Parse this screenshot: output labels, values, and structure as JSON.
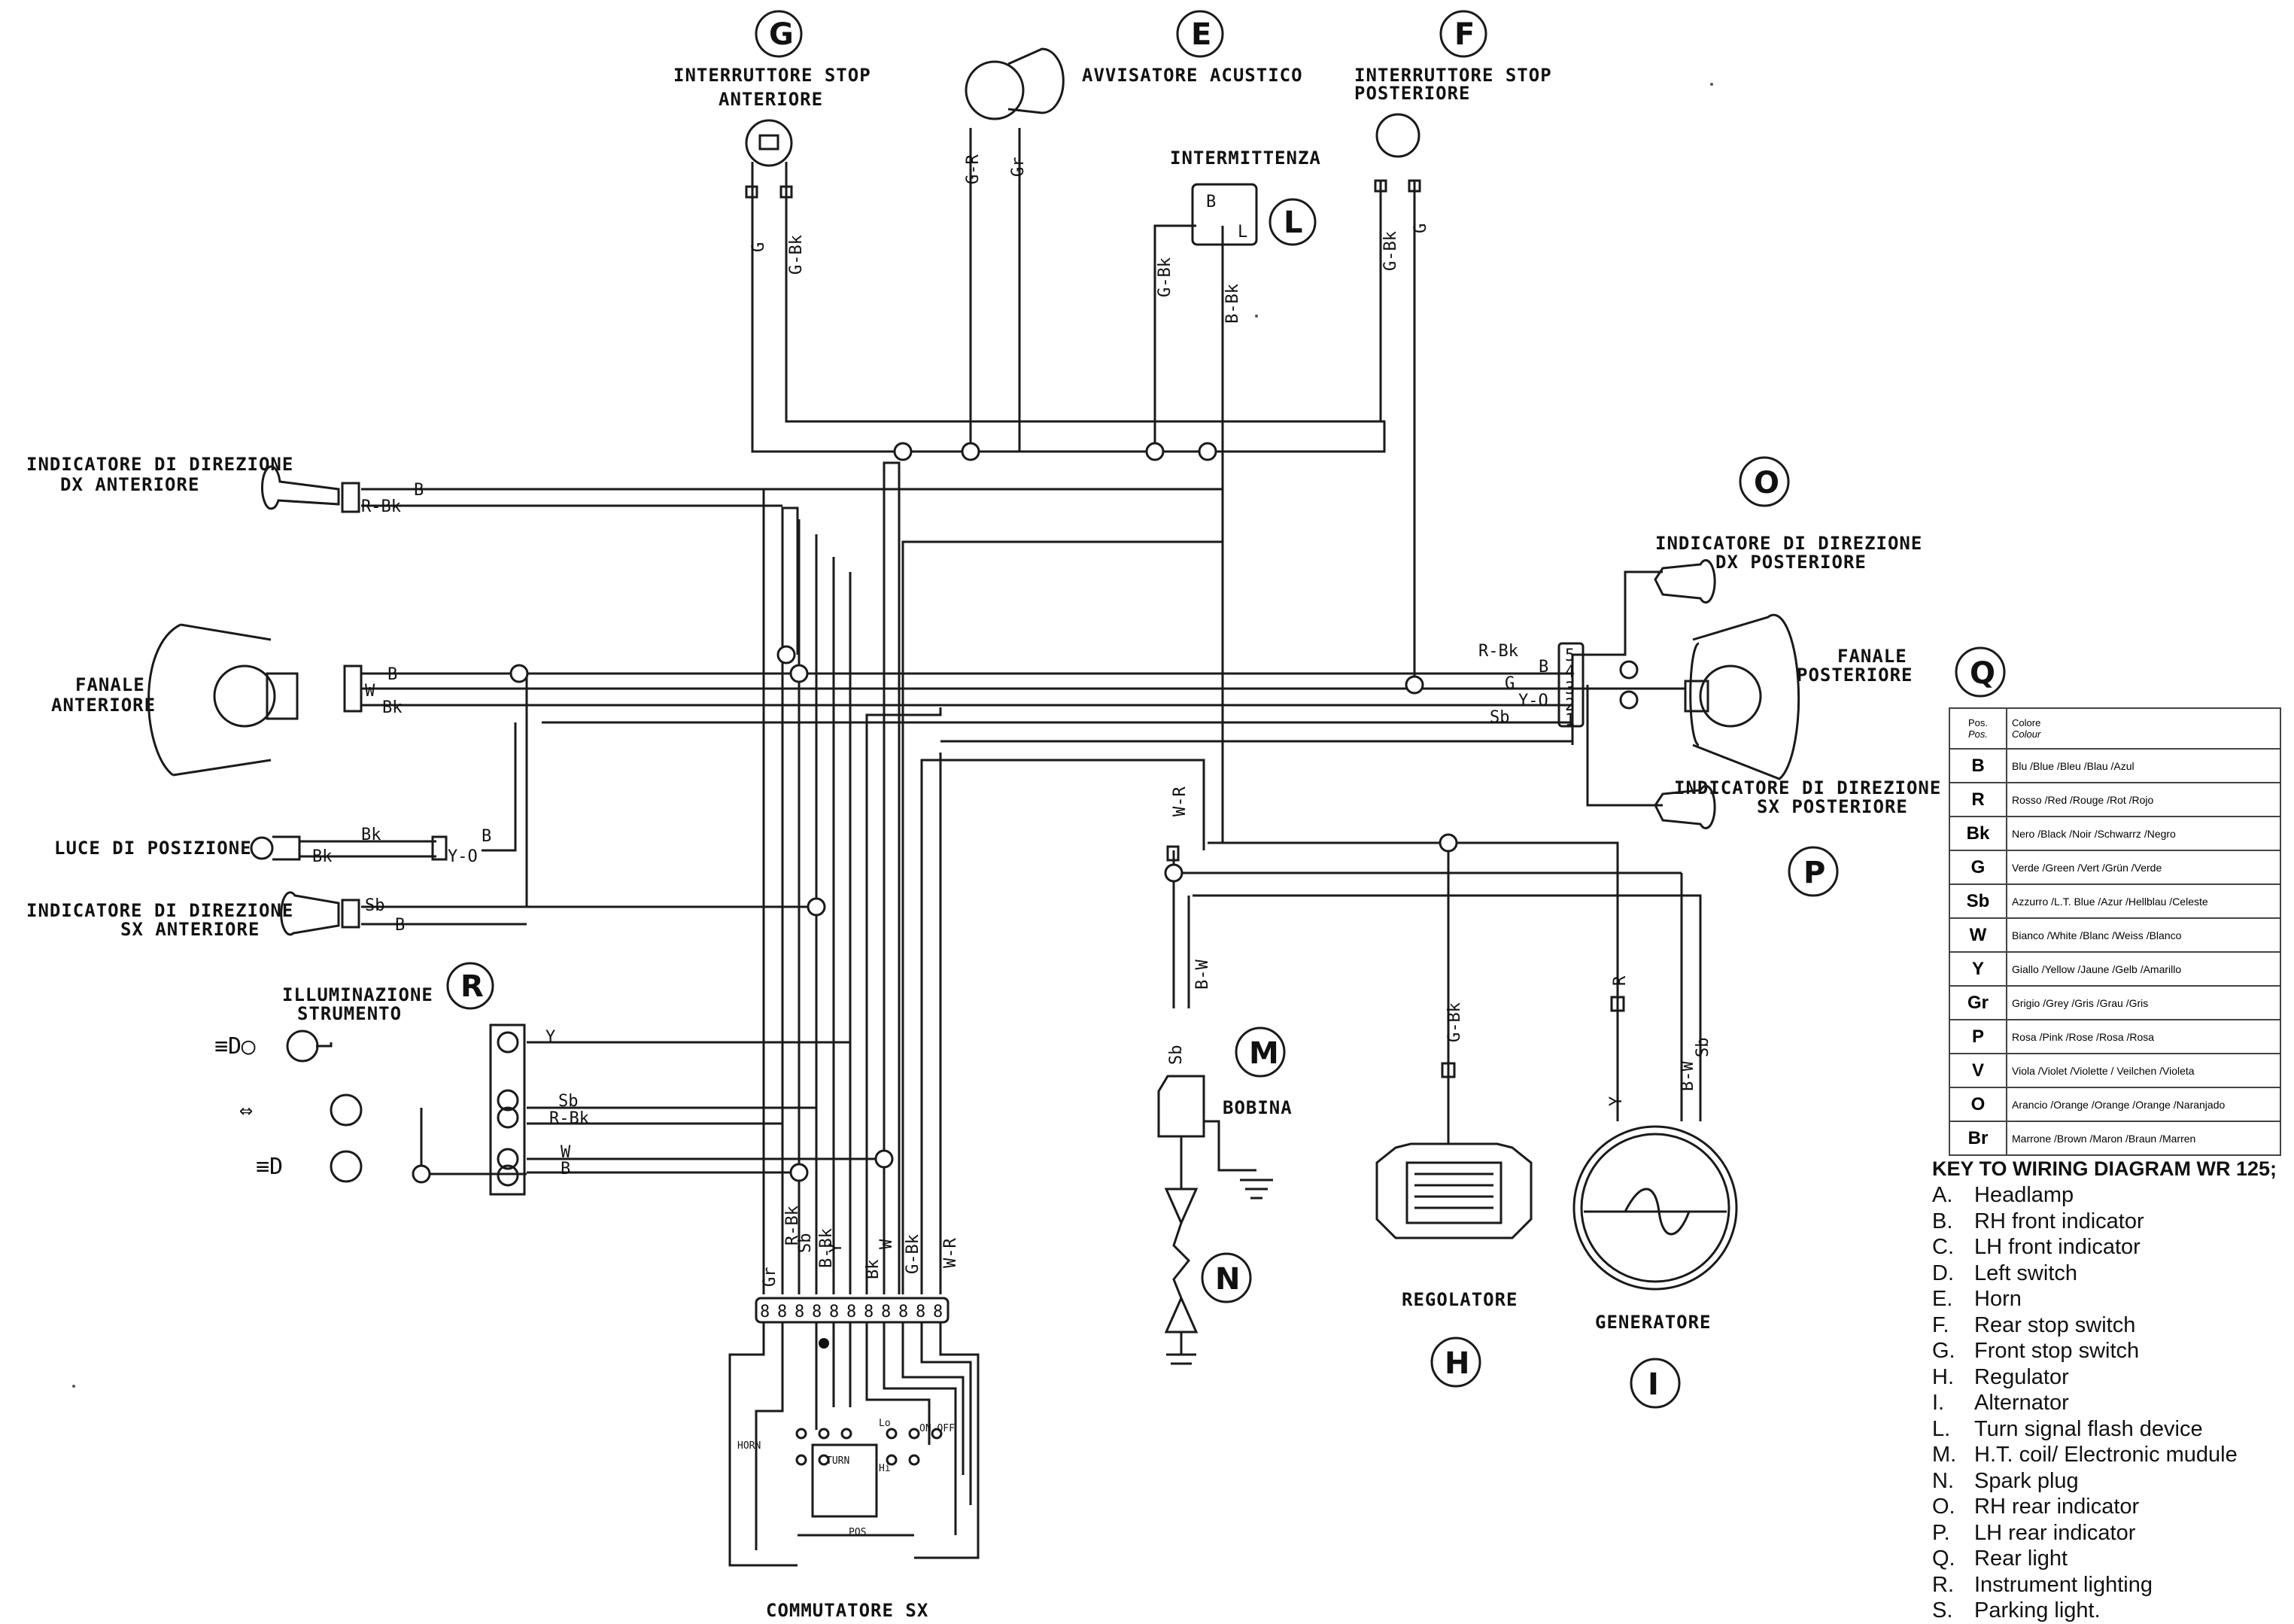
{
  "components": {
    "G": {
      "letter": "G",
      "label_l1": "INTERRUTTORE STOP",
      "label_l2": "ANTERIORE"
    },
    "E": {
      "letter": "E",
      "label": "AVVISATORE ACUSTICO"
    },
    "F": {
      "letter": "F",
      "label_l1": "INTERRUTTORE STOP",
      "label_l2": "POSTERIORE"
    },
    "L": {
      "letter": "L",
      "label": "INTERMITTENZA",
      "pin_b": "B",
      "pin_l": "L"
    },
    "B": {
      "label_l1": "INDICATORE DI DIREZIONE",
      "label_l2": "DX ANTERIORE"
    },
    "A": {
      "label_l1": "FANALE",
      "label_l2": "ANTERIORE"
    },
    "S": {
      "label": "LUCE DI POSIZIONE"
    },
    "C": {
      "label_l1": "INDICATORE DI DIREZIONE",
      "label_l2": "SX ANTERIORE"
    },
    "R": {
      "letter": "R",
      "label_l1": "ILLUMINAZIONE",
      "label_l2": "STRUMENTO"
    },
    "O": {
      "letter": "O",
      "label_l1": "INDICATORE DI DIREZIONE",
      "label_l2": "DX POSTERIORE"
    },
    "Q": {
      "letter": "Q",
      "label_l1": "FANALE",
      "label_l2": "POSTERIORE"
    },
    "P": {
      "letter": "P",
      "label_l1": "INDICATORE DI DIREZIONE",
      "label_l2": "SX POSTERIORE"
    },
    "M": {
      "letter": "M",
      "label": "BOBINA"
    },
    "N": {
      "letter": "N"
    },
    "H": {
      "letter": "H",
      "label": "REGOLATORE"
    },
    "I": {
      "letter": "I",
      "label": "GENERATORE"
    },
    "D": {
      "label": "COMMUTATORE SX",
      "horn": "HORN",
      "turn": "TURN",
      "lo": "Lo",
      "hi": "Hi",
      "on_off": "ON OFF",
      "pos": "POS"
    }
  },
  "wires": {
    "g_left": "G",
    "g_right": "G-Bk",
    "e_left": "G-R",
    "e_right": "Gr",
    "l_left": "G-Bk",
    "l_right": "B-Bk",
    "f_left": "G-Bk",
    "f_right": "G",
    "b_b": "B",
    "b_rbk": "R-Bk",
    "a_b": "B",
    "a_w": "W",
    "a_bk": "Bk",
    "s_bk1": "Bk",
    "s_bk2": "Bk",
    "s_b": "B",
    "s_yo": "Y-O",
    "c_sb": "Sb",
    "c_b": "B",
    "r_y": "Y",
    "r_sb": "Sb",
    "r_rbk": "R-Bk",
    "r_w": "W",
    "r_b": "B",
    "rear_rbk": "R-Bk",
    "rear_b": "B",
    "rear_g": "G",
    "rear_yo": "Y-O",
    "rear_sb": "Sb",
    "m_wr": "W-R",
    "m_bw": "B-W",
    "m_sb": "Sb",
    "h_gbk": "G-Bk",
    "i_r": "R",
    "i_y": "Y",
    "i_bw": "B-W",
    "i_sb": "Sb",
    "sw_gr": "Gr",
    "sw_rbk": "R-Bk",
    "sw_sb": "Sb",
    "sw_bbk": "B-Bk",
    "sw_y": "Y",
    "sw_bk": "Bk",
    "sw_w": "W",
    "sw_gbk": "G-Bk",
    "sw_wr": "W-R"
  },
  "connector_pins": [
    "8",
    "8",
    "8",
    "8",
    "8",
    "8",
    "8",
    "8",
    "8",
    "8",
    "8"
  ],
  "rear_pins": [
    "5",
    "4",
    "3",
    "2",
    "1"
  ],
  "colour_table": {
    "head_pos_1": "Pos.",
    "head_pos_2": "Pos.",
    "head_col_1": "Colore",
    "head_col_2": "Colour",
    "rows": [
      {
        "code": "B",
        "names": "Blu /Blue /Bleu /Blau /Azul"
      },
      {
        "code": "R",
        "names": "Rosso /Red /Rouge /Rot /Rojo"
      },
      {
        "code": "Bk",
        "names": "Nero /Black /Noir /Schwarrz /Negro"
      },
      {
        "code": "G",
        "names": "Verde /Green /Vert /Grün /Verde"
      },
      {
        "code": "Sb",
        "names": "Azzurro /L.T. Blue /Azur /Hellblau /Celeste"
      },
      {
        "code": "W",
        "names": "Bianco /White /Blanc /Weiss /Blanco"
      },
      {
        "code": "Y",
        "names": "Giallo /Yellow /Jaune /Gelb /Amarillo"
      },
      {
        "code": "Gr",
        "names": "Grigio /Grey /Gris /Grau /Gris"
      },
      {
        "code": "P",
        "names": "Rosa /Pink /Rose /Rosa /Rosa"
      },
      {
        "code": "V",
        "names": "Viola /Violet /Violette / Veilchen /Violeta"
      },
      {
        "code": "O",
        "names": "Arancio /Orange /Orange /Orange /Naranjado"
      },
      {
        "code": "Br",
        "names": "Marrone /Brown /Maron /Braun /Marren"
      }
    ]
  },
  "key": {
    "title": "KEY TO WIRING DIAGRAM WR 125;",
    "items": [
      {
        "letter": "A.",
        "text": "Headlamp"
      },
      {
        "letter": "B.",
        "text": "RH front indicator"
      },
      {
        "letter": "C.",
        "text": "LH front indicator"
      },
      {
        "letter": "D.",
        "text": "Left switch"
      },
      {
        "letter": "E.",
        "text": "Horn"
      },
      {
        "letter": "F.",
        "text": "Rear stop switch"
      },
      {
        "letter": "G.",
        "text": "Front stop switch"
      },
      {
        "letter": "H.",
        "text": "Regulator"
      },
      {
        "letter": "I.",
        "text": "Alternator"
      },
      {
        "letter": "L.",
        "text": "Turn signal flash device"
      },
      {
        "letter": "M.",
        "text": "H.T. coil/ Electronic mudule"
      },
      {
        "letter": "N.",
        "text": "Spark plug"
      },
      {
        "letter": "O.",
        "text": "RH rear indicator"
      },
      {
        "letter": "P.",
        "text": "LH rear indicator"
      },
      {
        "letter": "Q.",
        "text": "Rear light"
      },
      {
        "letter": "R.",
        "text": "Instrument lighting"
      },
      {
        "letter": "S.",
        "text": "Parking light."
      }
    ]
  }
}
